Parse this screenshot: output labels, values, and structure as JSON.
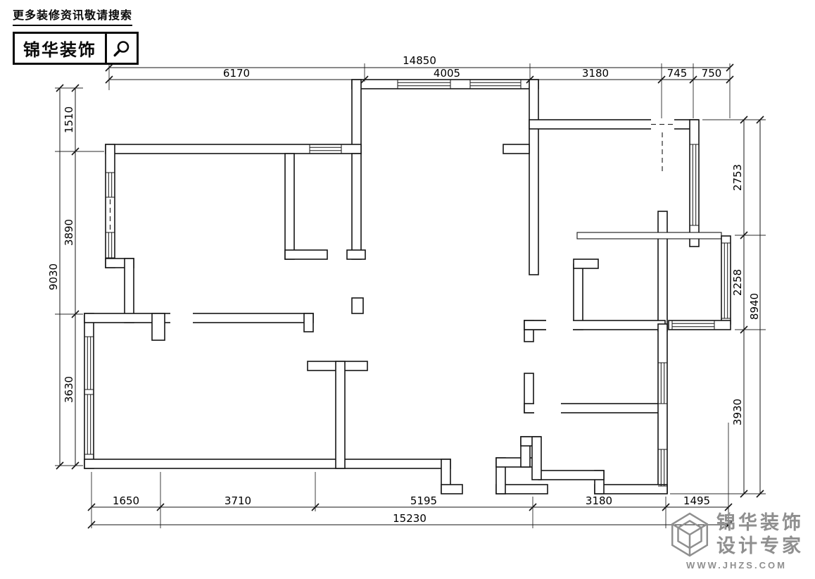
{
  "header": {
    "search_hint": "更多装修资讯敬请搜索",
    "brand": "锦华装饰"
  },
  "floorplan": {
    "dims": {
      "top_total": "14850",
      "top_segments": [
        "6170",
        "4005",
        "3180",
        "745",
        "750"
      ],
      "left_segments": [
        "1510",
        "3890",
        "3630"
      ],
      "left_total": "9030",
      "right_segments": [
        "2753",
        "2258",
        "3930"
      ],
      "right_total": "8940",
      "bottom_segments": [
        "1650",
        "3710",
        "5195",
        "3180",
        "1495"
      ],
      "bottom_total": "15230"
    }
  },
  "watermark": {
    "brand_line1": "锦华装饰",
    "brand_line2": "设计专家",
    "url": "WWW.JHZS.COM"
  }
}
